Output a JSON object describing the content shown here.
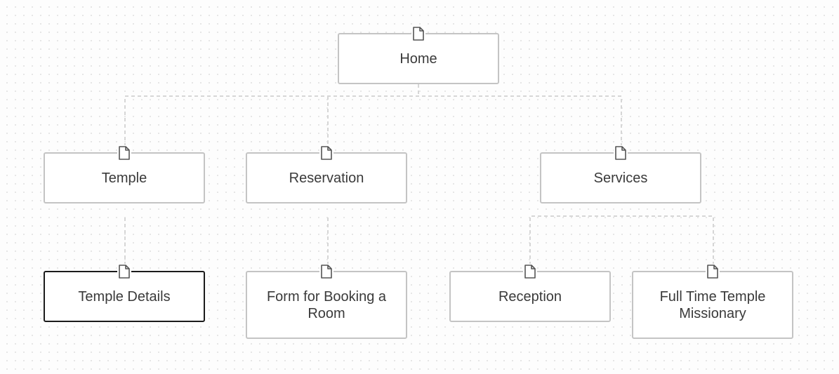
{
  "sitemap": {
    "home": {
      "label": "Home",
      "icon": "page-icon"
    },
    "temple": {
      "label": "Temple",
      "icon": "page-icon"
    },
    "reservation": {
      "label": "Reservation",
      "icon": "page-icon"
    },
    "services": {
      "label": "Services",
      "icon": "page-icon"
    },
    "temple_details": {
      "label": "Temple Details",
      "icon": "page-icon",
      "selected": true
    },
    "booking_form": {
      "label": "Form for Booking a Room",
      "icon": "page-icon"
    },
    "reception": {
      "label": "Reception",
      "icon": "page-icon"
    },
    "missionary": {
      "label": "Full Time Temple Missionary",
      "icon": "page-icon"
    }
  },
  "colors": {
    "node_border": "#c4c4c4",
    "selected_border": "#1b1b1b",
    "connector": "#d6d6d6",
    "text": "#3a3a3a"
  }
}
